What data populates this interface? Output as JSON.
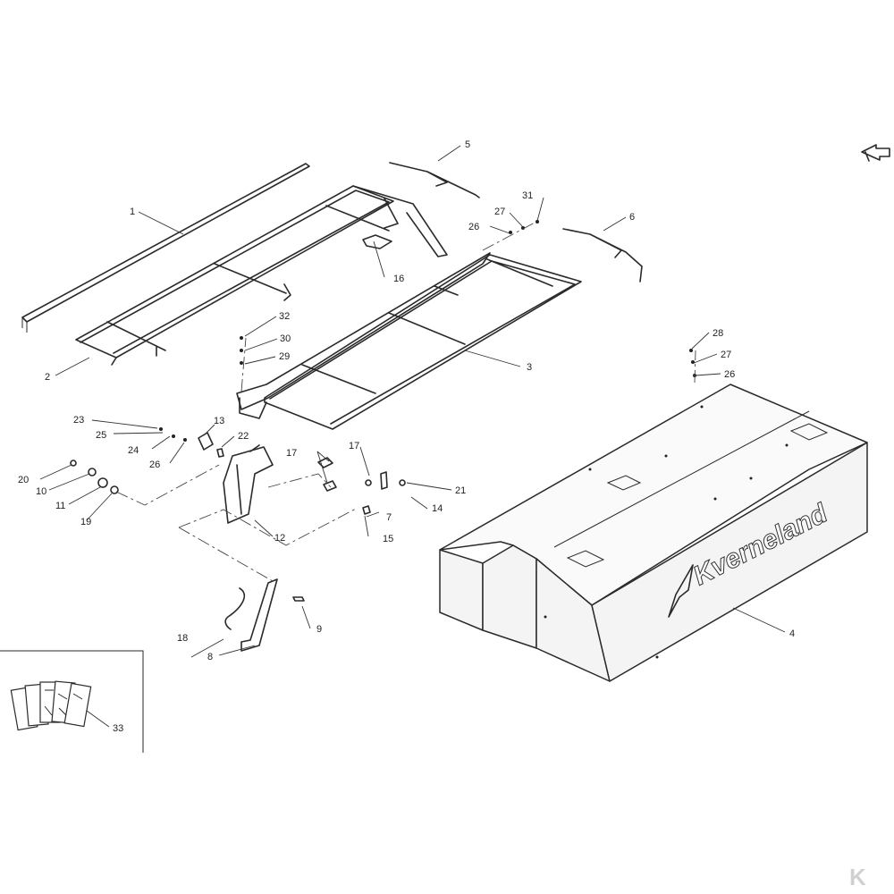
{
  "brand": "Kverneland",
  "corner_mark": "K",
  "callouts": {
    "c1": "1",
    "c2": "2",
    "c3": "3",
    "c4": "4",
    "c5": "5",
    "c6": "6",
    "c7": "7",
    "c8": "8",
    "c9": "9",
    "c10": "10",
    "c11": "11",
    "c12": "12",
    "c13": "13",
    "c14": "14",
    "c15": "15",
    "c16": "16",
    "c17a": "17",
    "c17b": "17",
    "c18": "18",
    "c19": "19",
    "c20": "20",
    "c21": "21",
    "c22": "22",
    "c23": "23",
    "c24": "24",
    "c25": "25",
    "c26a": "26",
    "c26b": "26",
    "c26c": "26",
    "c27a": "27",
    "c27b": "27",
    "c28": "28",
    "c29": "29",
    "c30": "30",
    "c31": "31",
    "c32": "32",
    "c33": "33"
  },
  "icons": {
    "nav_arrow": "turn-arrow-icon",
    "logo_mark": "kverneland-arrow-logo-icon",
    "decals": "warning-decals-icon"
  }
}
